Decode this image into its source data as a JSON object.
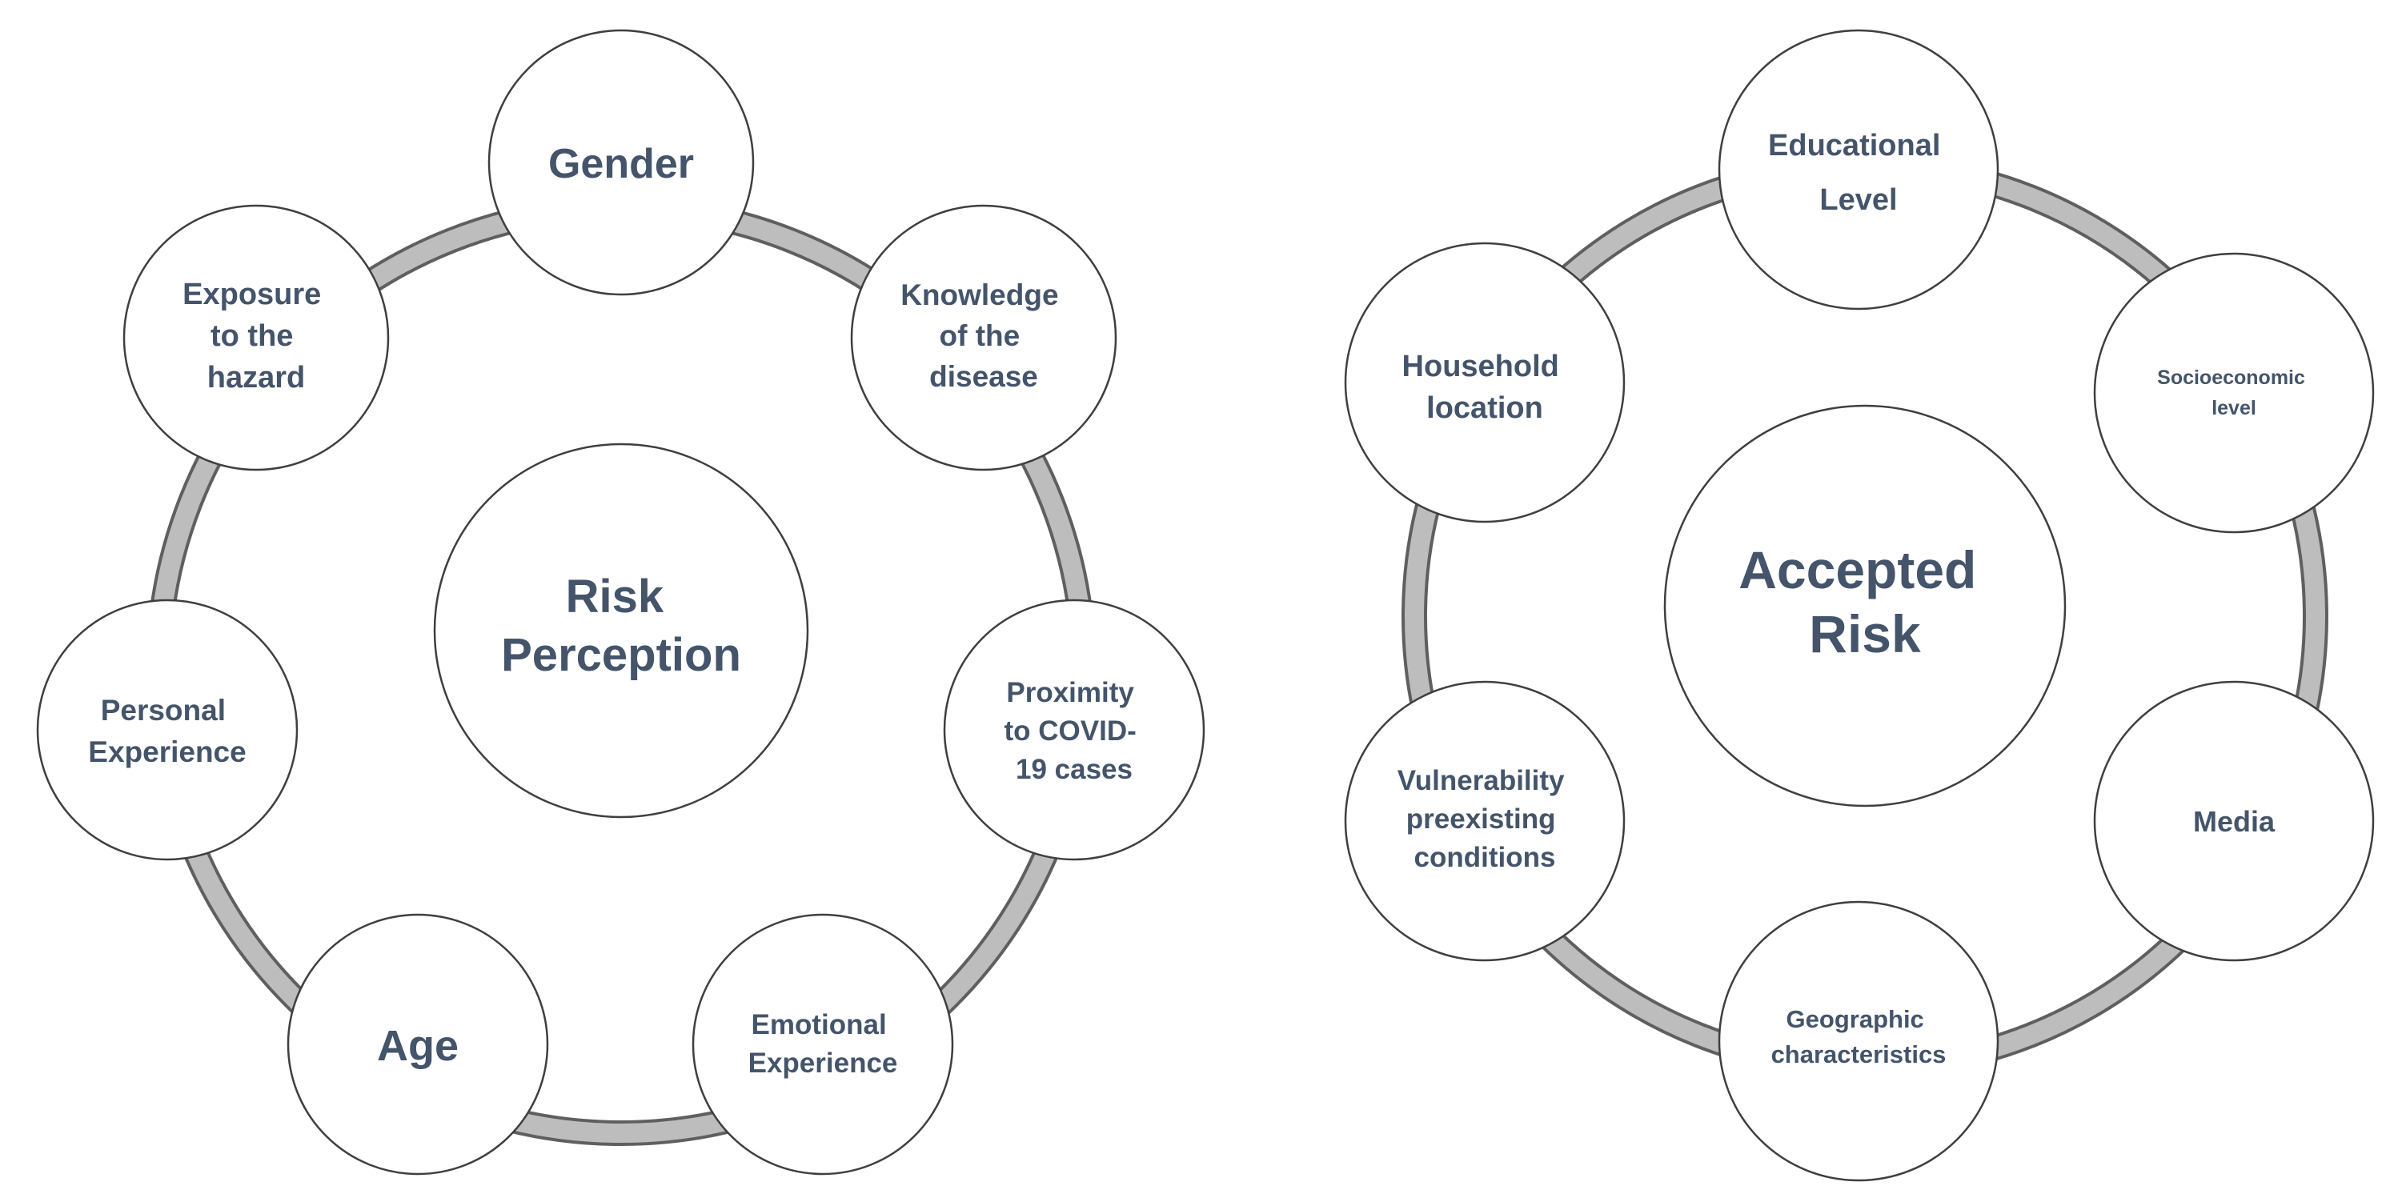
{
  "diagrams": [
    {
      "center": {
        "lines": [
          "Risk",
          "Perception"
        ]
      },
      "nodes": [
        {
          "lines": [
            "Gender"
          ]
        },
        {
          "lines": [
            "Knowledge",
            "of the",
            "disease"
          ]
        },
        {
          "lines": [
            "Proximity",
            "to COVID-",
            "19 cases"
          ]
        },
        {
          "lines": [
            "Emotional",
            "Experience"
          ]
        },
        {
          "lines": [
            "Age"
          ]
        },
        {
          "lines": [
            "Personal",
            "Experience"
          ]
        },
        {
          "lines": [
            "Exposure",
            "to the",
            "hazard"
          ]
        }
      ]
    },
    {
      "center": {
        "lines": [
          "Accepted",
          "Risk"
        ]
      },
      "nodes": [
        {
          "lines": [
            "Educational",
            "Level"
          ]
        },
        {
          "lines": [
            "Socioeconomic",
            "level"
          ]
        },
        {
          "lines": [
            "Media"
          ]
        },
        {
          "lines": [
            "Geographic",
            "characteristics"
          ]
        },
        {
          "lines": [
            "Vulnerability",
            "preexisting",
            "conditions"
          ]
        },
        {
          "lines": [
            "Household",
            "location"
          ]
        }
      ]
    }
  ],
  "colors": {
    "text": "#44546a",
    "ring": "#bdbdbd",
    "ring_edge": "#5f5f5f",
    "circle_stroke": "#3f3f3f"
  }
}
